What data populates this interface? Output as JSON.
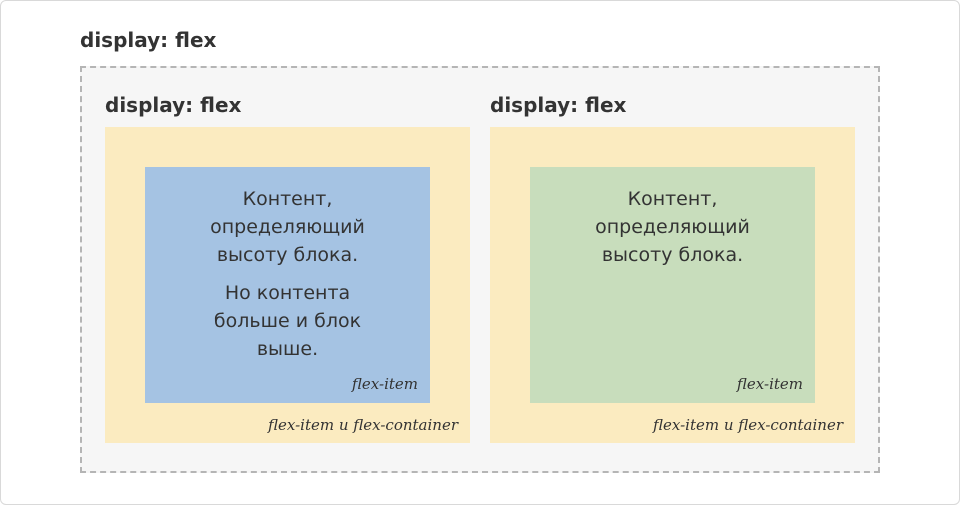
{
  "outer": {
    "label": "display: flex"
  },
  "columns": [
    {
      "label": "display: flex",
      "container_caption": "flex-item и flex-container",
      "item": {
        "paragraphs": [
          "Контент,\nопределяющий\nвысоту блока.",
          "Но контента\nбольше и блок\nвыше."
        ],
        "caption": "flex-item",
        "color": "#a5c3e3"
      }
    },
    {
      "label": "display: flex",
      "container_caption": "flex-item и flex-container",
      "item": {
        "paragraphs": [
          "Контент,\nопределяющий\nвысоту блока."
        ],
        "caption": "flex-item",
        "color": "#c8ddbc"
      }
    }
  ],
  "colors": {
    "outer_background": "#f6f6f6",
    "outer_border": "#b5b5b5",
    "container_background": "#fbebc0"
  }
}
